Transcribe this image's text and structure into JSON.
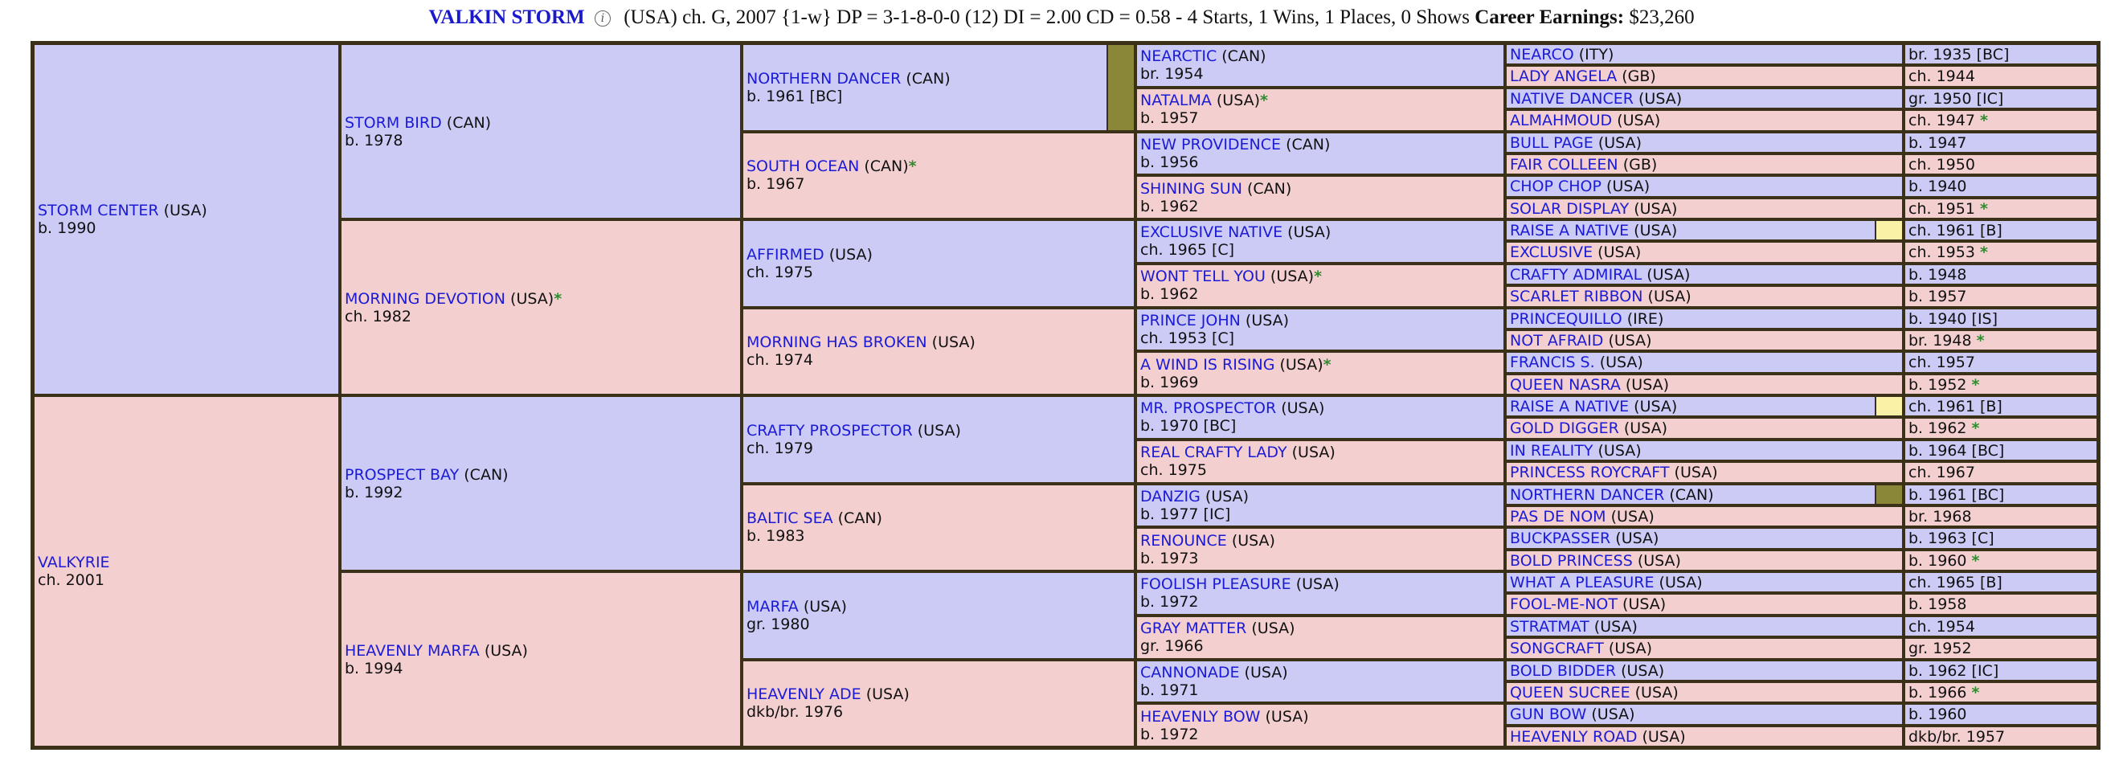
{
  "header": {
    "horse_name": "VALKIN STORM",
    "icon": "info-icon",
    "info": "(USA) ch. G, 2007 {1-w} DP = 3-1-8-0-0 (12) DI = 2.00   CD = 0.58 - 4 Starts, 1 Wins, 1 Places, 0 Shows",
    "earnings_label": "Career Earnings:",
    "earnings_value": "$23,260"
  },
  "colors": {
    "male": "#cccbf6",
    "female": "#f4cfcf",
    "link": "#1b1bd6",
    "star": "#2e8b2e",
    "border": "#3a3118",
    "olive": "#8a8838",
    "yellow": "#fbf1a6"
  },
  "gen1": [
    {
      "name": "STORM CENTER",
      "country": "(USA)",
      "info": "b. 1990",
      "sex": "m"
    },
    {
      "name": "VALKYRIE",
      "country": "",
      "info": "ch. 2001",
      "sex": "f"
    }
  ],
  "gen2": [
    {
      "name": "STORM BIRD",
      "country": "(CAN)",
      "info": "b. 1978",
      "sex": "m"
    },
    {
      "name": "MORNING DEVOTION",
      "country": "(USA)",
      "star": true,
      "info": "ch. 1982",
      "sex": "f"
    },
    {
      "name": "PROSPECT BAY",
      "country": "(CAN)",
      "info": "b. 1992",
      "sex": "m"
    },
    {
      "name": "HEAVENLY MARFA",
      "country": "(USA)",
      "info": "b. 1994",
      "sex": "f"
    }
  ],
  "gen3": [
    {
      "name": "NORTHERN DANCER",
      "country": "(CAN)",
      "info": "b. 1961 [BC]",
      "sex": "m",
      "flag": "olive"
    },
    {
      "name": "SOUTH OCEAN",
      "country": "(CAN)",
      "star": true,
      "info": "b. 1967",
      "sex": "f"
    },
    {
      "name": "AFFIRMED",
      "country": "(USA)",
      "info": "ch. 1975",
      "sex": "m"
    },
    {
      "name": "MORNING HAS BROKEN",
      "country": "(USA)",
      "info": "ch. 1974",
      "sex": "f"
    },
    {
      "name": "CRAFTY PROSPECTOR",
      "country": "(USA)",
      "info": "ch. 1979",
      "sex": "m"
    },
    {
      "name": "BALTIC SEA",
      "country": "(CAN)",
      "info": "b. 1983",
      "sex": "f"
    },
    {
      "name": "MARFA",
      "country": "(USA)",
      "info": "gr. 1980",
      "sex": "m"
    },
    {
      "name": "HEAVENLY ADE",
      "country": "(USA)",
      "info": "dkb/br. 1976",
      "sex": "f"
    }
  ],
  "gen4": [
    {
      "name": "NEARCTIC",
      "country": "(CAN)",
      "info": "br. 1954",
      "sex": "m"
    },
    {
      "name": "NATALMA",
      "country": "(USA)",
      "star": true,
      "info": "b. 1957",
      "sex": "f"
    },
    {
      "name": "NEW PROVIDENCE",
      "country": "(CAN)",
      "info": "b. 1956",
      "sex": "m"
    },
    {
      "name": "SHINING SUN",
      "country": "(CAN)",
      "info": "b. 1962",
      "sex": "f"
    },
    {
      "name": "EXCLUSIVE NATIVE",
      "country": "(USA)",
      "info": "ch. 1965 [C]",
      "sex": "m"
    },
    {
      "name": "WONT TELL YOU",
      "country": "(USA)",
      "star": true,
      "info": "b. 1962",
      "sex": "f"
    },
    {
      "name": "PRINCE JOHN",
      "country": "(USA)",
      "info": "ch. 1953 [C]",
      "sex": "m"
    },
    {
      "name": "A WIND IS RISING",
      "country": "(USA)",
      "star": true,
      "info": "b. 1969",
      "sex": "f"
    },
    {
      "name": "MR. PROSPECTOR",
      "country": "(USA)",
      "info": "b. 1970 [BC]",
      "sex": "m"
    },
    {
      "name": "REAL CRAFTY LADY",
      "country": "(USA)",
      "info": "ch. 1975",
      "sex": "f"
    },
    {
      "name": "DANZIG",
      "country": "(USA)",
      "info": "b. 1977 [IC]",
      "sex": "m"
    },
    {
      "name": "RENOUNCE",
      "country": "(USA)",
      "info": "b. 1973",
      "sex": "f"
    },
    {
      "name": "FOOLISH PLEASURE",
      "country": "(USA)",
      "info": "b. 1972",
      "sex": "m"
    },
    {
      "name": "GRAY MATTER",
      "country": "(USA)",
      "info": "gr. 1966",
      "sex": "f"
    },
    {
      "name": "CANNONADE",
      "country": "(USA)",
      "info": "b. 1971",
      "sex": "m"
    },
    {
      "name": "HEAVENLY BOW",
      "country": "(USA)",
      "info": "b. 1972",
      "sex": "f"
    }
  ],
  "gen5": [
    {
      "name": "NEARCO",
      "country": "(ITY)",
      "info": "br. 1935 [BC]",
      "sex": "m"
    },
    {
      "name": "LADY ANGELA",
      "country": "(GB)",
      "info": "ch. 1944",
      "sex": "f"
    },
    {
      "name": "NATIVE DANCER",
      "country": "(USA)",
      "info": "gr. 1950 [IC]",
      "sex": "m"
    },
    {
      "name": "ALMAHMOUD",
      "country": "(USA)",
      "info": "ch. 1947",
      "info_star": true,
      "sex": "f"
    },
    {
      "name": "BULL PAGE",
      "country": "(USA)",
      "info": "b. 1947",
      "sex": "m"
    },
    {
      "name": "FAIR COLLEEN",
      "country": "(GB)",
      "info": "ch. 1950",
      "sex": "f"
    },
    {
      "name": "CHOP CHOP",
      "country": "(USA)",
      "info": "b. 1940",
      "sex": "m"
    },
    {
      "name": "SOLAR DISPLAY",
      "country": "(USA)",
      "info": "ch. 1951",
      "info_star": true,
      "sex": "f"
    },
    {
      "name": "RAISE A NATIVE",
      "country": "(USA)",
      "info": "ch. 1961 [B]",
      "sex": "m",
      "flag": "yel"
    },
    {
      "name": "EXCLUSIVE",
      "country": "(USA)",
      "info": "ch. 1953",
      "info_star": true,
      "sex": "f"
    },
    {
      "name": "CRAFTY ADMIRAL",
      "country": "(USA)",
      "info": "b. 1948",
      "sex": "m"
    },
    {
      "name": "SCARLET RIBBON",
      "country": "(USA)",
      "info": "b. 1957",
      "sex": "f"
    },
    {
      "name": "PRINCEQUILLO",
      "country": "(IRE)",
      "info": "b. 1940 [IS]",
      "sex": "m"
    },
    {
      "name": "NOT AFRAID",
      "country": "(USA)",
      "info": "br. 1948",
      "info_star": true,
      "sex": "f"
    },
    {
      "name": "FRANCIS S.",
      "country": "(USA)",
      "info": "ch. 1957",
      "sex": "m"
    },
    {
      "name": "QUEEN NASRA",
      "country": "(USA)",
      "info": "b. 1952",
      "info_star": true,
      "sex": "f"
    },
    {
      "name": "RAISE A NATIVE",
      "country": "(USA)",
      "info": "ch. 1961 [B]",
      "sex": "m",
      "flag": "yel"
    },
    {
      "name": "GOLD DIGGER",
      "country": "(USA)",
      "info": "b. 1962",
      "info_star": true,
      "sex": "f"
    },
    {
      "name": "IN REALITY",
      "country": "(USA)",
      "info": "b. 1964 [BC]",
      "sex": "m"
    },
    {
      "name": "PRINCESS ROYCRAFT",
      "country": "(USA)",
      "info": "ch. 1967",
      "sex": "f"
    },
    {
      "name": "NORTHERN DANCER",
      "country": "(CAN)",
      "info": "b. 1961 [BC]",
      "sex": "m",
      "flag": "olive"
    },
    {
      "name": "PAS DE NOM",
      "country": "(USA)",
      "info": "br. 1968",
      "sex": "f"
    },
    {
      "name": "BUCKPASSER",
      "country": "(USA)",
      "info": "b. 1963 [C]",
      "sex": "m"
    },
    {
      "name": "BOLD PRINCESS",
      "country": "(USA)",
      "info": "b. 1960",
      "info_star": true,
      "sex": "f"
    },
    {
      "name": "WHAT A PLEASURE",
      "country": "(USA)",
      "info": "ch. 1965 [B]",
      "sex": "m"
    },
    {
      "name": "FOOL-ME-NOT",
      "country": "(USA)",
      "info": "b. 1958",
      "sex": "f"
    },
    {
      "name": "STRATMAT",
      "country": "(USA)",
      "info": "ch. 1954",
      "sex": "m"
    },
    {
      "name": "SONGCRAFT",
      "country": "(USA)",
      "info": "gr. 1952",
      "sex": "f"
    },
    {
      "name": "BOLD BIDDER",
      "country": "(USA)",
      "info": "b. 1962 [IC]",
      "sex": "m"
    },
    {
      "name": "QUEEN SUCREE",
      "country": "(USA)",
      "info": "b. 1966",
      "info_star": true,
      "sex": "f"
    },
    {
      "name": "GUN BOW",
      "country": "(USA)",
      "info": "b. 1960",
      "sex": "m"
    },
    {
      "name": "HEAVENLY ROAD",
      "country": "(USA)",
      "info": "dkb/br. 1957",
      "sex": "f"
    }
  ],
  "star_symbol": "*"
}
